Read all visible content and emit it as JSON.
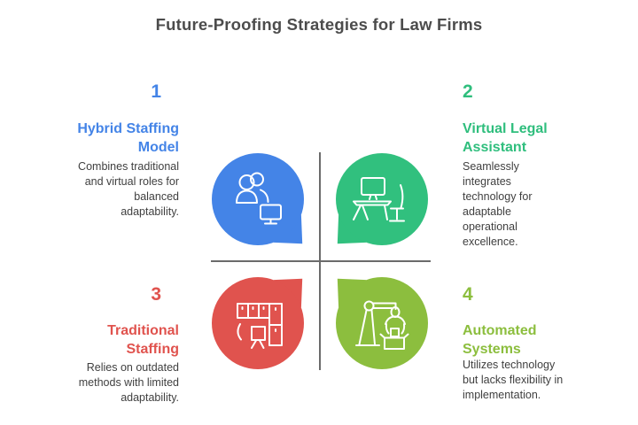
{
  "title": "Future-Proofing Strategies for Law Firms",
  "colors": {
    "blue": "#4484e7",
    "green": "#31c07e",
    "red": "#e0534e",
    "olive": "#8cbe3e",
    "title_text": "#4c4c4c",
    "body_text": "#3f3f3f",
    "divider": "#6b6b6b",
    "icon_stroke": "#ffffff",
    "background": "#ffffff"
  },
  "quadrants": [
    {
      "number": "1",
      "heading": "Hybrid Staffing\nModel",
      "body": "Combines traditional\nand virtual roles for\nbalanced\nadaptability.",
      "color": "#4484e7",
      "icon": "team-monitor-icon",
      "position": "top-left"
    },
    {
      "number": "2",
      "heading": "Virtual Legal\nAssistant",
      "body": "Seamlessly\nintegrates\ntechnology for\nadaptable\noperational\nexcellence.",
      "color": "#31c07e",
      "icon": "desk-monitor-chair-icon",
      "position": "top-right"
    },
    {
      "number": "3",
      "heading": "Traditional\nStaffing",
      "body": "Relies on outdated\nmethods with limited\nadaptability.",
      "color": "#e0534e",
      "icon": "office-cubicle-icon",
      "position": "bottom-left"
    },
    {
      "number": "4",
      "heading": "Automated\nSystems",
      "body": "Utilizes technology\nbut lacks flexibility in\nimplementation.",
      "color": "#8cbe3e",
      "icon": "robotic-arm-icon",
      "position": "bottom-right"
    }
  ]
}
